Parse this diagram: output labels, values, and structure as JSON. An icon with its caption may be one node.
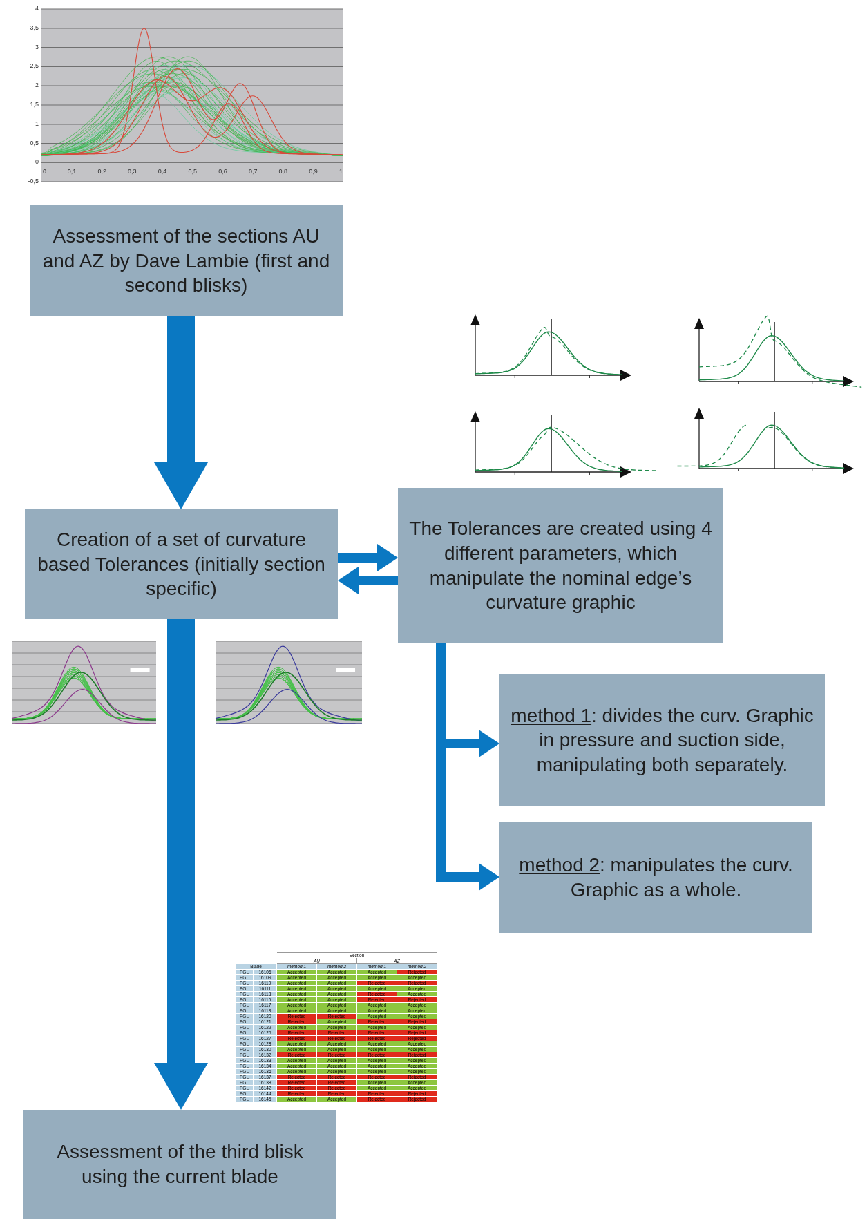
{
  "diagram": {
    "nodes": [
      {
        "text": [
          "Assessment of the sections AU and AZ by Dave Lambie (first and second blisks)"
        ]
      },
      {
        "text": [
          "Creation of a set of curvature based Tolerances (initially section specific)"
        ]
      },
      {
        "text": [
          "The Tolerances are created using 4 different parameters, which manipulate the nominal edge’s curvature graphic"
        ]
      },
      {
        "text": [
          "method 1",
          ": divides the curv. Graphic in pressure and suction side, manipulating both separately."
        ]
      },
      {
        "text": [
          "method 2",
          ": manipulates the curv. Graphic as a whole."
        ]
      },
      {
        "text": [
          "Assessment of the third blisk using the current blade"
        ]
      }
    ],
    "edges": [
      {
        "from": 0,
        "to": 1,
        "arrow": "to",
        "style": "thick"
      },
      {
        "from": 1,
        "to": 2,
        "arrow": "to"
      },
      {
        "from": 2,
        "to": 1,
        "arrow": "to"
      },
      {
        "from": 2,
        "to": 3,
        "arrow": "to"
      },
      {
        "from": 2,
        "to": 4,
        "arrow": "to"
      },
      {
        "from": 1,
        "to": 5,
        "arrow": "to",
        "style": "thick"
      }
    ],
    "labels": [
      "4",
      "3,5",
      "3",
      "2,5",
      "2",
      "1,5",
      "1",
      "0,5",
      "0",
      "-0,5",
      "0",
      "0,1",
      "0,2",
      "0,3",
      "0,4",
      "0,5",
      "0,6",
      "0,7",
      "0,8",
      "0,9",
      "1",
      "Section",
      "AU",
      "AZ",
      "Blade",
      "method 1",
      "method 2",
      "method 1",
      "method 2",
      "PGL",
      "16106",
      "Accepted",
      "Accepted",
      "Accepted",
      "Rejected",
      "PGL",
      "16109",
      "Accepted",
      "Accepted",
      "Accepted",
      "Accepted",
      "PGL",
      "16110",
      "Accepted",
      "Accepted",
      "Rejected",
      "Rejected",
      "PGL",
      "16111",
      "Accepted",
      "Accepted",
      "Accepted",
      "Accepted",
      "PGL",
      "16113",
      "Accepted",
      "Accepted",
      "Rejected",
      "Accepted",
      "PGL",
      "16116",
      "Accepted",
      "Accepted",
      "Rejected",
      "Rejected",
      "PGL",
      "16117",
      "Accepted",
      "Accepted",
      "Accepted",
      "Accepted",
      "PGL",
      "16118",
      "Accepted",
      "Accepted",
      "Accepted",
      "Accepted",
      "PGL",
      "16120",
      "Rejected",
      "Rejected",
      "Accepted",
      "Accepted",
      "PGL",
      "16121",
      "Rejected",
      "Accepted",
      "Rejected",
      "Rejected",
      "PGL",
      "16122",
      "Accepted",
      "Accepted",
      "Accepted",
      "Accepted",
      "PGL",
      "16125",
      "Rejected",
      "Rejected",
      "Rejected",
      "Rejected",
      "PGL",
      "16127",
      "Rejected",
      "Rejected",
      "Rejected",
      "Rejected",
      "PGL",
      "16128",
      "Accepted",
      "Accepted",
      "Accepted",
      "Accepted",
      "PGL",
      "16130",
      "Accepted",
      "Accepted",
      "Accepted",
      "Accepted",
      "PGL",
      "16132",
      "Rejected",
      "Rejected",
      "Rejected",
      "Rejected",
      "PGL",
      "16133",
      "Accepted",
      "Accepted",
      "Accepted",
      "Accepted",
      "PGL",
      "16134",
      "Accepted",
      "Accepted",
      "Accepted",
      "Accepted",
      "PGL",
      "16136",
      "Accepted",
      "Accepted",
      "Accepted",
      "Accepted",
      "PGL",
      "16137",
      "Rejected",
      "Rejected",
      "Rejected",
      "Rejected",
      "PGL",
      "16138",
      "Rejected",
      "Rejected",
      "Accepted",
      "Accepted",
      "PGL",
      "16142",
      "Rejected",
      "Rejected",
      "Accepted",
      "Accepted",
      "PGL",
      "16144",
      "Rejected",
      "Rejected",
      "Rejected",
      "Rejected",
      "PGL",
      "16145",
      "Accepted",
      "Accepted",
      "Rejected",
      "Rejected"
    ]
  }
}
